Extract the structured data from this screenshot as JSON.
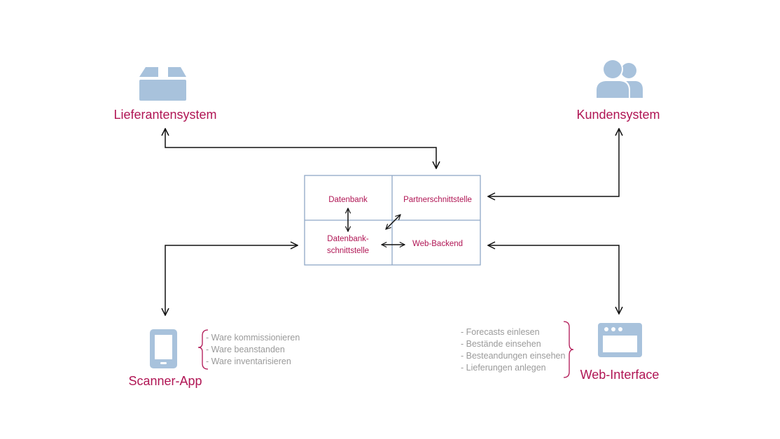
{
  "nodes": {
    "lieferantensystem": "Lieferantensystem",
    "kundensystem": "Kundensystem",
    "scanner_app": "Scanner-App",
    "web_interface": "Web-Interface"
  },
  "core": {
    "datenbank": "Datenbank",
    "partnerschnittstelle": "Partnerschnittstelle",
    "datenbankschnittstelle_line1": "Datenbank-",
    "datenbankschnittstelle_line2": "schnittstelle",
    "web_backend": "Web-Backend"
  },
  "scanner_tasks": [
    "- Ware kommissionieren",
    "- Ware beanstanden",
    "- Ware inventarisieren"
  ],
  "web_tasks": [
    "- Forecasts einlesen",
    "- Bestände einsehen",
    "- Besteandungen einsehen",
    "- Lieferungen anlegen"
  ],
  "icons": {
    "lieferant": "package-box-icon",
    "kunde": "users-icon",
    "scanner": "smartphone-icon",
    "web": "browser-window-icon"
  },
  "colors": {
    "accent": "#b01554",
    "icon": "#a8c2dc",
    "box_border": "#8fa8c6",
    "task_text": "#9a9a9a",
    "arrow": "#111111"
  }
}
